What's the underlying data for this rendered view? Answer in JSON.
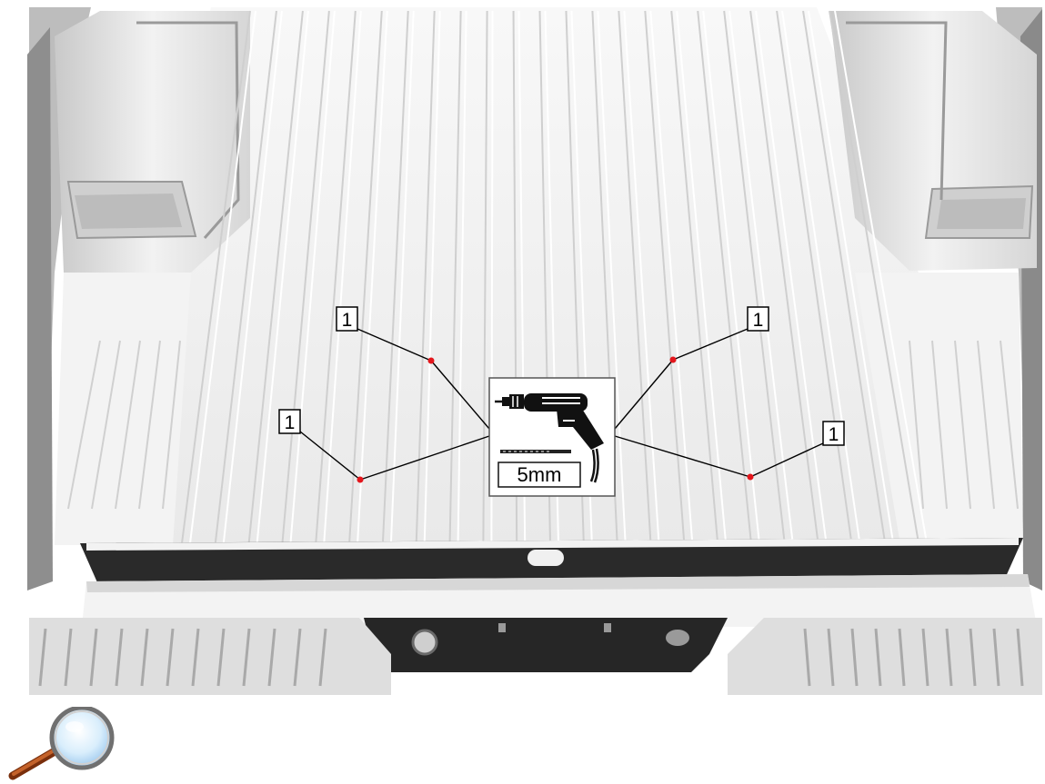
{
  "callouts": [
    {
      "id": "upper-left",
      "label": "1"
    },
    {
      "id": "lower-left",
      "label": "1"
    },
    {
      "id": "upper-right",
      "label": "1"
    },
    {
      "id": "lower-right",
      "label": "1"
    }
  ],
  "drill_symbol": {
    "icon": "drill-icon",
    "drill_bit_size": "5mm"
  },
  "zoom": {
    "icon": "magnifier-icon"
  },
  "colors": {
    "drill_point": "#e3161c",
    "bed_light": "#efefef",
    "bed_dark": "#262626"
  }
}
